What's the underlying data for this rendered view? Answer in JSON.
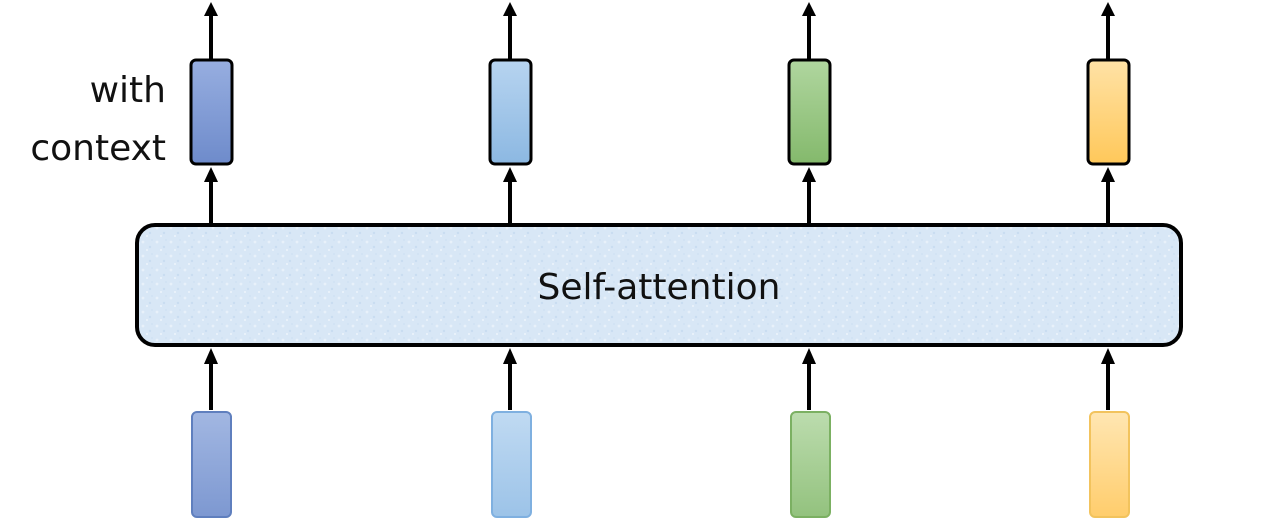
{
  "diagram": {
    "side_label_line1": "with",
    "side_label_line2": "context",
    "block_label": "Self-attention",
    "block_fill": "#d6e6f5",
    "vectors": [
      {
        "output_color": "#7f9bd3",
        "input_color": "#8ea7d8"
      },
      {
        "output_color": "#9dc3e6",
        "input_color": "#a9cbec"
      },
      {
        "output_color": "#93c47d",
        "input_color": "#a7cf94"
      },
      {
        "output_color": "#ffd27a",
        "input_color": "#ffd88e"
      }
    ]
  }
}
